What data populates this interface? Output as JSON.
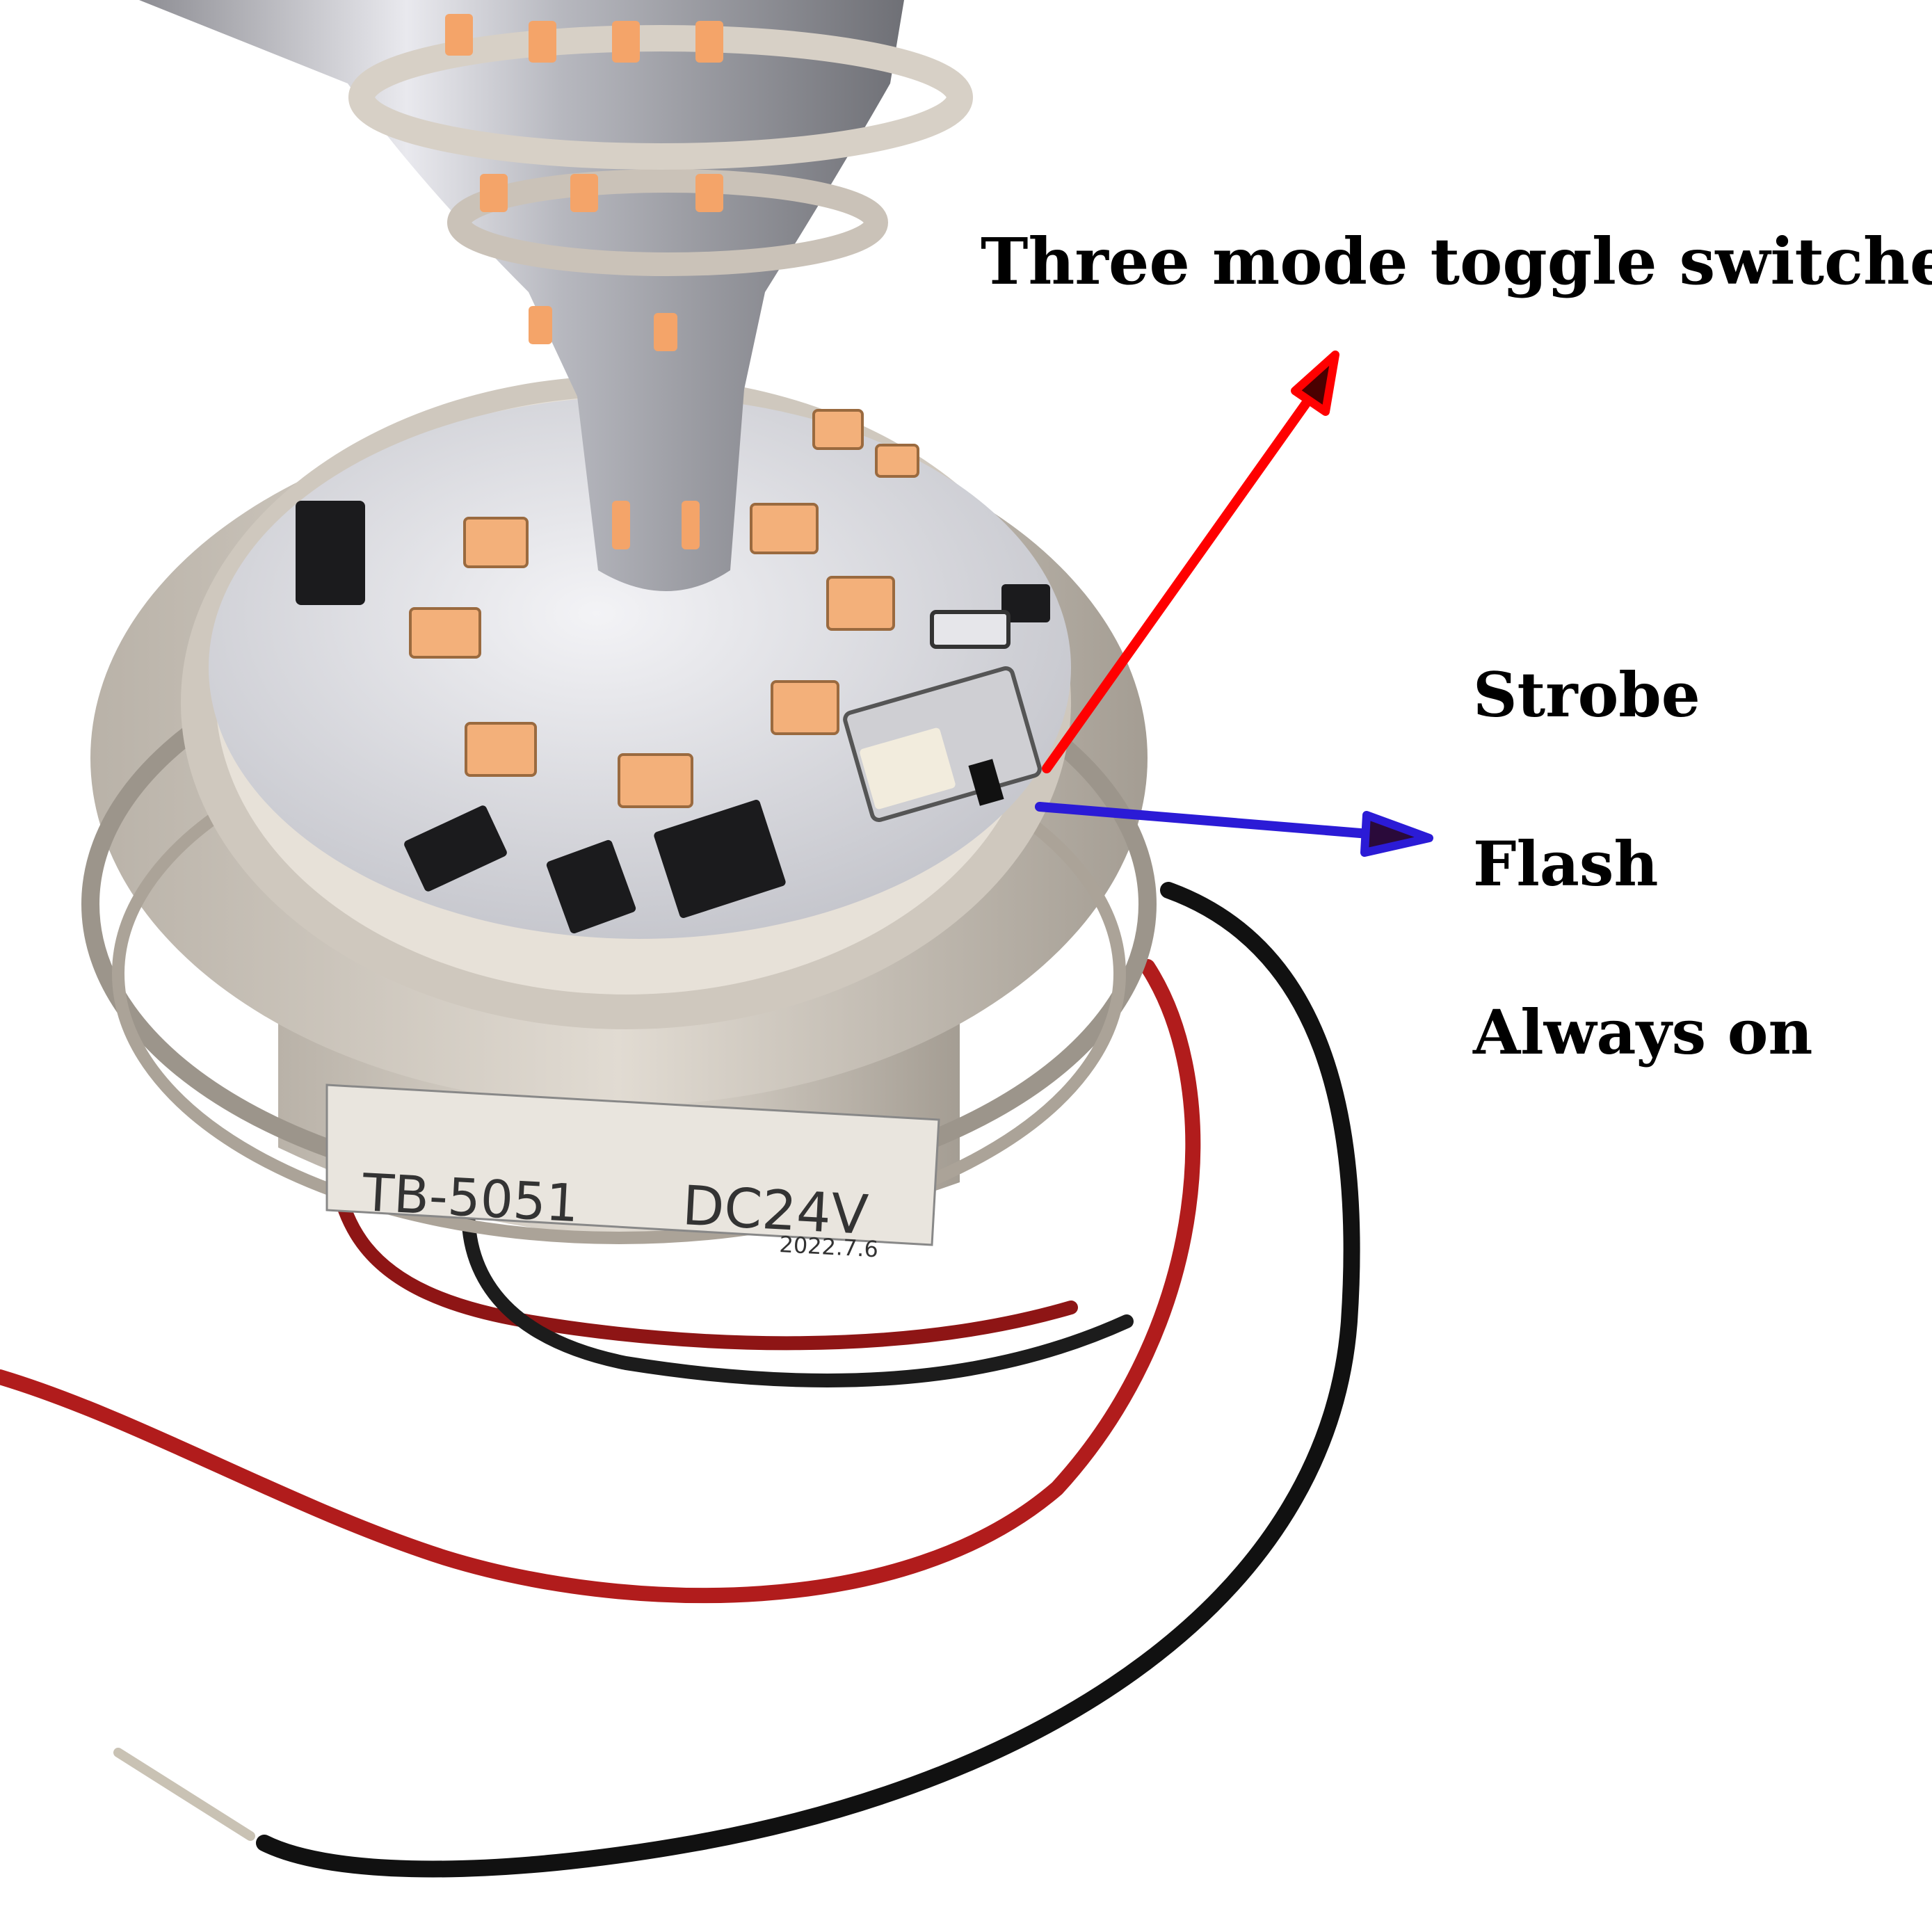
{
  "annotations": {
    "title": "Three mode toggle switches",
    "modes": [
      "Strobe",
      "Flash",
      "Always on"
    ]
  },
  "device_label": {
    "model": "TB-5051",
    "voltage": "DC24V",
    "date": "2022.7.6"
  },
  "colors": {
    "background": "#ffffff",
    "arrow_red": "#ff0000",
    "arrow_blue": "#2b1bd6",
    "housing": "#d6cfc6",
    "led": "#f3b07a",
    "wire_red": "#b11c1c",
    "wire_black": "#111111"
  },
  "icons": [
    "red-arrow-icon",
    "blue-arrow-icon",
    "toggle-switch-icon"
  ]
}
